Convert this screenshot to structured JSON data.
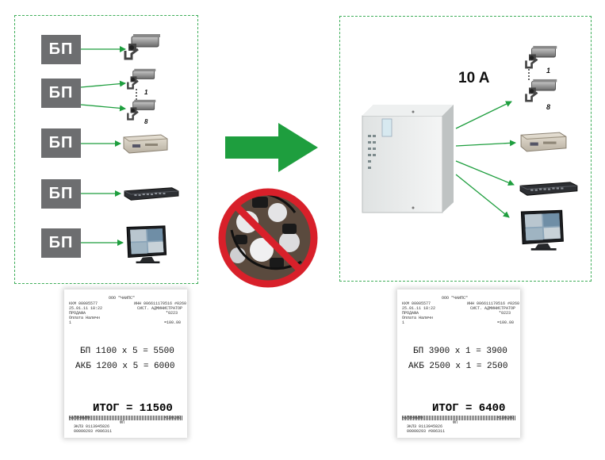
{
  "left_panel": {
    "psu_labels": [
      "БП",
      "БП",
      "БП",
      "БП",
      "БП"
    ],
    "camera_numbers": [
      "1",
      "8"
    ]
  },
  "right_panel": {
    "current_label": "10 A",
    "camera_numbers": [
      "1",
      "8"
    ]
  },
  "receipt_left": {
    "header_org": "ООО \"ЧАИПС\"",
    "header_lines_left": [
      "ККМ 00005577",
      "25.01.11 18:22",
      "ПРОДАЖА",
      "Оплата Наличн",
      "1"
    ],
    "header_lines_right": [
      "ИНН 006611170516 #0260",
      "СИСТ. АДМИНИСТРАТОР",
      "*0223",
      "",
      "=100.00"
    ],
    "line1": "БП 1100 x 5 = 5500",
    "line2": "АКБ 1200 x 5 = 6000",
    "total": "ИТОГ = 11500",
    "footer_cash": "НАЛИЧНЫМИ",
    "footer_amount": "=100.00",
    "footer_fp": "ФП",
    "footer_eklz": "ЭКЛЗ 0113945826",
    "footer_doc": "00000293 #006311"
  },
  "receipt_right": {
    "header_org": "ООО \"ЧАИПС\"",
    "header_lines_left": [
      "ККМ 00005577",
      "25.01.11 18:22",
      "ПРОДАЖА",
      "Оплата Наличн",
      "1"
    ],
    "header_lines_right": [
      "ИНН 006611170516 #0260",
      "СИСТ. АДМИНИСТРАТОР",
      "*0223",
      "",
      "=100.00"
    ],
    "line1": "БП 3900 x 1 = 3900",
    "line2": "АКБ 2500 x 1 = 2500",
    "total": "ИТОГ = 6400",
    "footer_cash": "НАЛИЧНЫМИ",
    "footer_amount": "=100.00",
    "footer_fp": "ФП",
    "footer_eklz": "ЭКЛЗ 0113945826",
    "footer_doc": "00000293 #006311"
  },
  "colors": {
    "green": "#1e9e3e",
    "dash": "#3fae5a",
    "psu_gray": "#6d6e70",
    "forbid_red": "#d8202a"
  }
}
